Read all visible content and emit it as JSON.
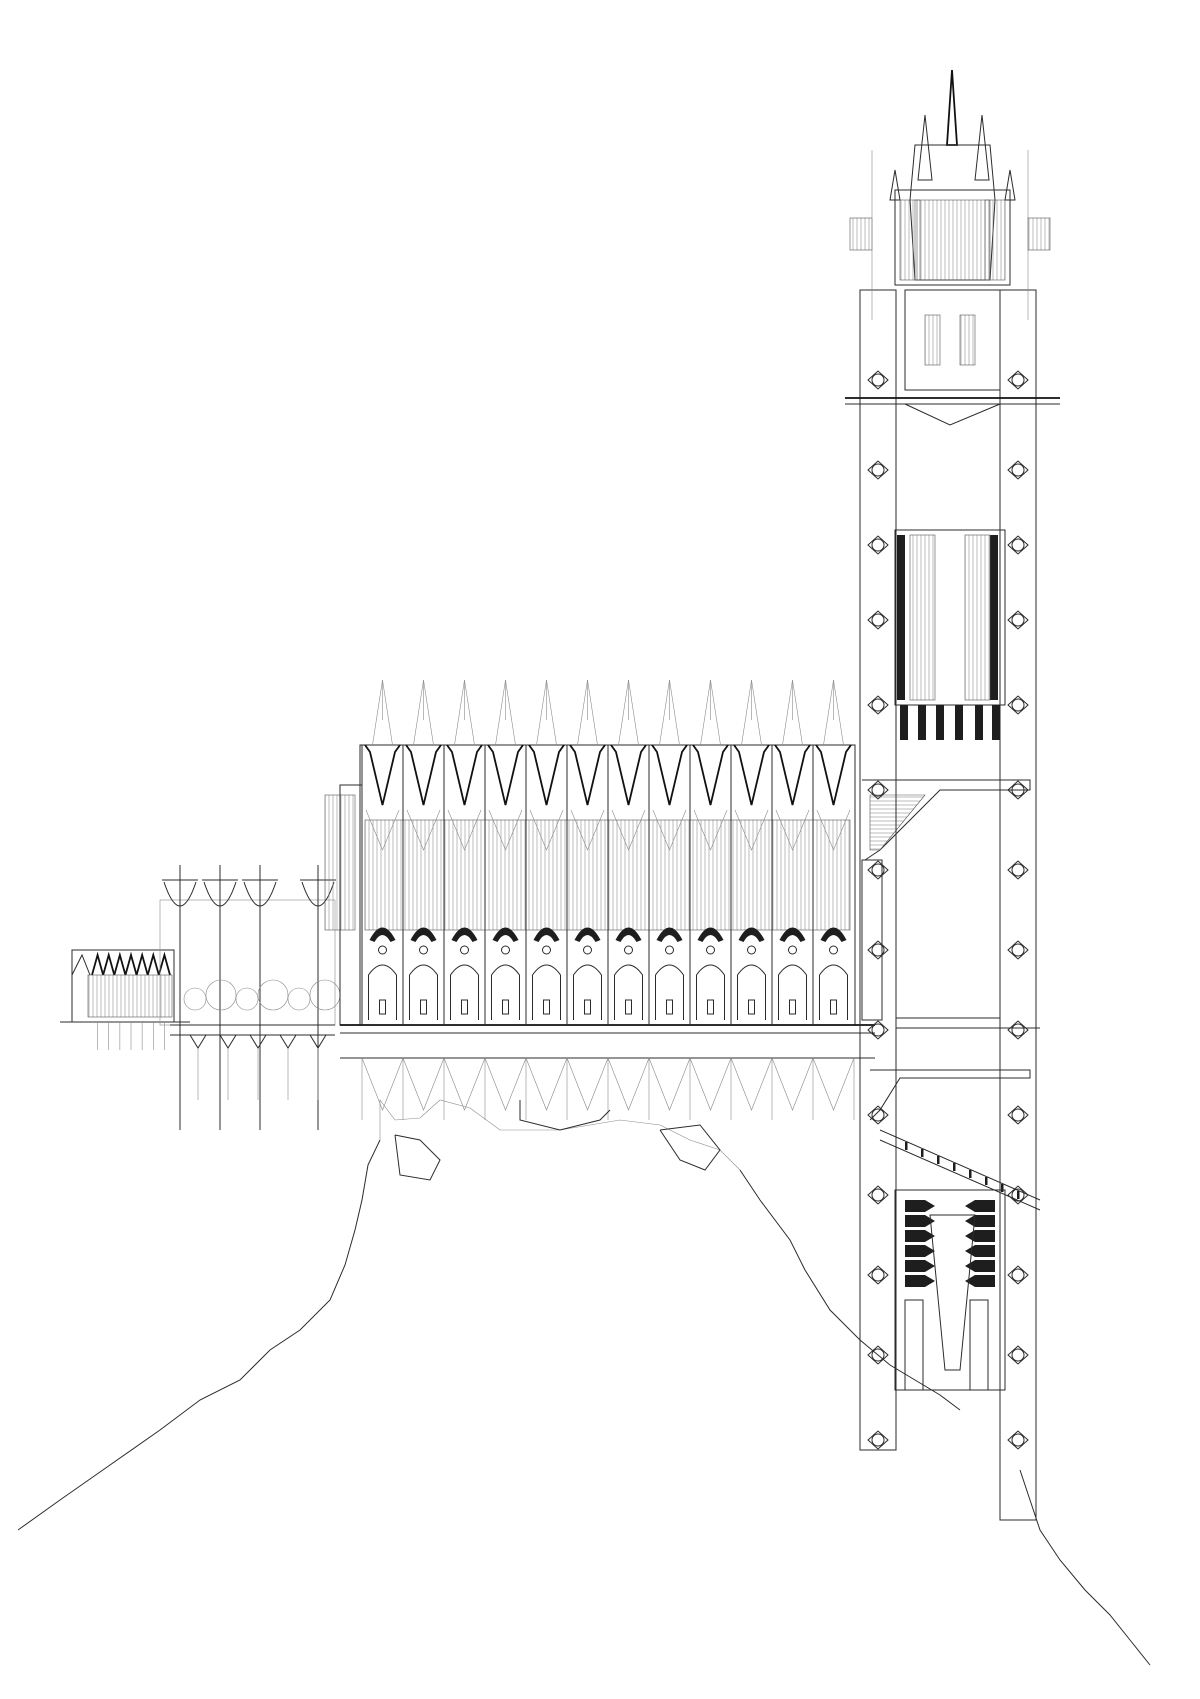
{
  "drawing": {
    "background": "#ffffff",
    "line_color": "#2b2b2b",
    "fine_line_color": "#8a8a8a",
    "nave_bays": 12,
    "small_chapel_bays": 7,
    "garden_masts": 4
  }
}
